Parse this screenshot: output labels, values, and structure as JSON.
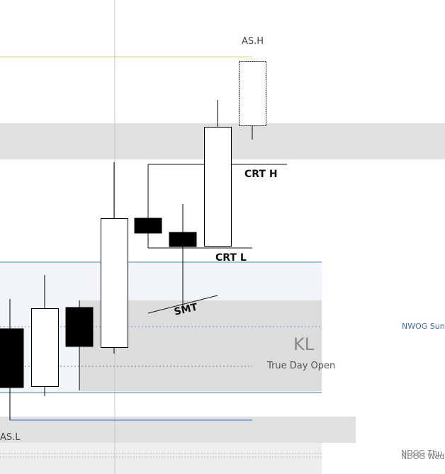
{
  "labels": {
    "asia_high": "AS.H",
    "asia_low": "AS.L",
    "crt_high": "CRT H",
    "crt_low": "CRT L",
    "smt": "SMT",
    "key_level": "KL",
    "true_day_open": "True Day Open",
    "nwog": "NWOG  Sund",
    "ndog_1": "NDOG  Thu",
    "ndog_2": "NDOG  Wed"
  },
  "colors": {
    "background": "#ffffff",
    "bull_candle_fill": "#ffffff",
    "bear_candle_fill": "#000000",
    "candle_outline": "#000000",
    "grey_zone": "#e0e0e0",
    "blue_zone": "#f2f5fa",
    "blue_line": "#4a7fbf",
    "yellow_line": "#e8d26a",
    "nwog_text": "#3b6ea8",
    "muted_text": "#7a7a7a"
  },
  "chart_data": {
    "type": "candlestick",
    "candles": [
      {
        "direction": "bearish",
        "open": 5,
        "high": 11.2,
        "low": -0.5,
        "close": 2.9
      },
      {
        "direction": "bullish",
        "open": 3.2,
        "high": 10.8,
        "low": 2.4,
        "close": 7.9
      },
      {
        "direction": "bearish",
        "open": 8.2,
        "high": 9.5,
        "low": 2.9,
        "close": 6.4
      },
      {
        "direction": "bullish",
        "open": 6.8,
        "high": 17.3,
        "low": 6.3,
        "close": 13.4
      },
      {
        "direction": "bearish",
        "open": 13.4,
        "high": 13.4,
        "low": 12.6,
        "close": 12.6
      },
      {
        "direction": "bearish",
        "open": 12.5,
        "high": 15.1,
        "low": 9.3,
        "close": 11.8
      },
      {
        "direction": "bullish",
        "open": 12.0,
        "high": 21.4,
        "low": 12.0,
        "close": 20.1
      },
      {
        "direction": "bullish",
        "open": 21.0,
        "high": 25.5,
        "low": 19.6,
        "close": 25.5
      }
    ],
    "levels": {
      "asia_high": 24.2,
      "asia_low": -0.5,
      "crt_high": 16.0,
      "crt_low": 11.8,
      "true_day_open": 4.2,
      "nwog": 5.6
    },
    "zones": {
      "upper_grey": [
        18.9,
        20.9
      ],
      "blue_range": [
        3.6,
        10.1
      ],
      "key_level_grey": [
        3.5,
        8.2
      ],
      "lower_grey": [
        -2.3,
        -0.8
      ]
    }
  }
}
